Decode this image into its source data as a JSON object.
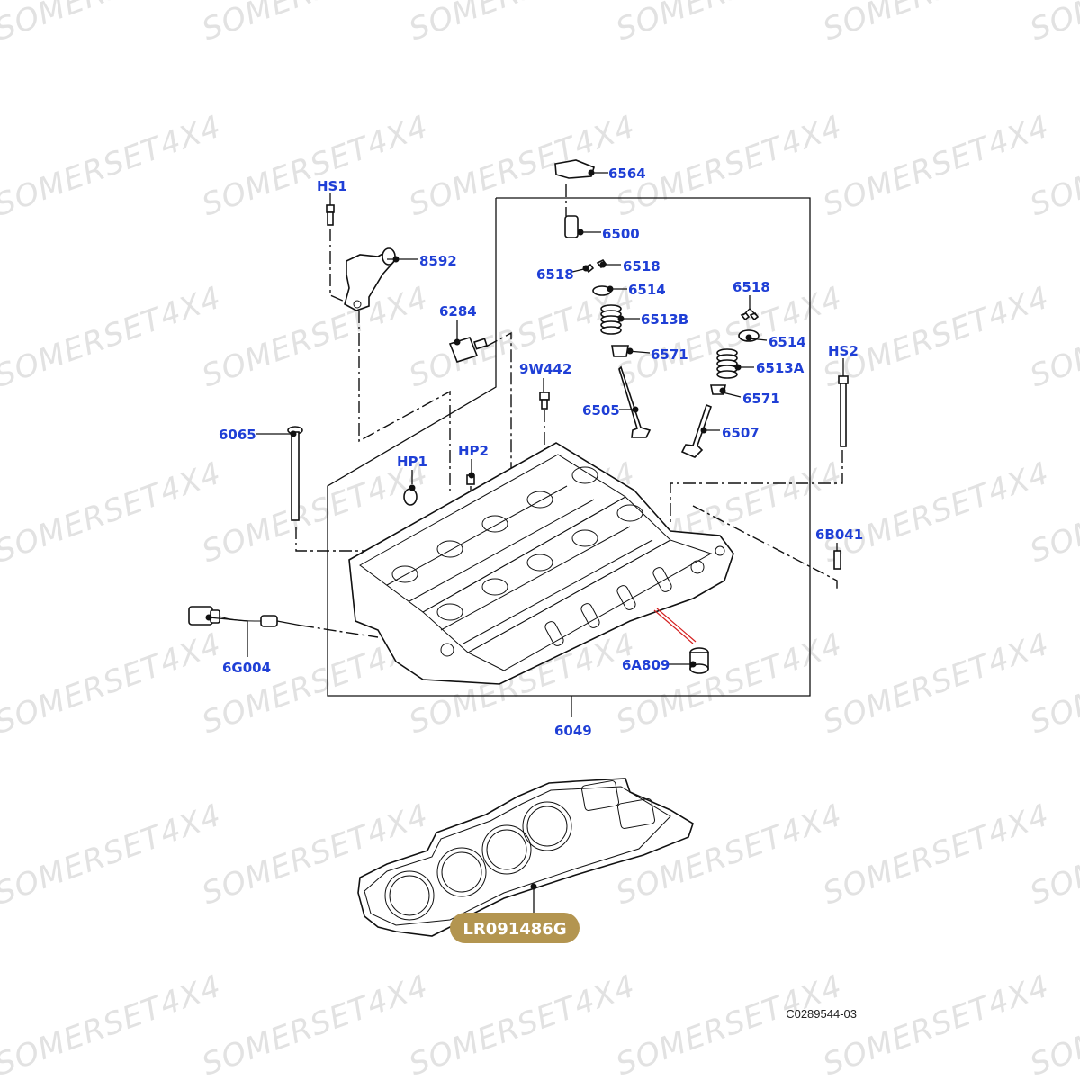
{
  "watermark": "SOMERSET4X4",
  "reference_code": "C0289544-03",
  "highlighted_part": "LR091486G",
  "colors": {
    "label": "#1f3fd6",
    "pill": "#b39550",
    "outline": "#111111",
    "watermark": "#e2e2e2",
    "leader_red": "#d42020"
  },
  "labels": {
    "hs1": "HS1",
    "p8592": "8592",
    "p6284": "6284",
    "p6564": "6564",
    "p6500": "6500",
    "p6518_l": "6518",
    "p6518_r": "6518",
    "p6514_l": "6514",
    "p6513b": "6513B",
    "p6571_l": "6571",
    "p6505": "6505",
    "p6518_rr": "6518",
    "p6514_r": "6514",
    "p6513a": "6513A",
    "p6571_r": "6571",
    "p6507": "6507",
    "hs2": "HS2",
    "p9w442": "9W442",
    "hp1": "HP1",
    "hp2": "HP2",
    "p6065": "6065",
    "p6b041": "6B041",
    "p6g004": "6G004",
    "p6a809": "6A809",
    "p6049": "6049"
  }
}
